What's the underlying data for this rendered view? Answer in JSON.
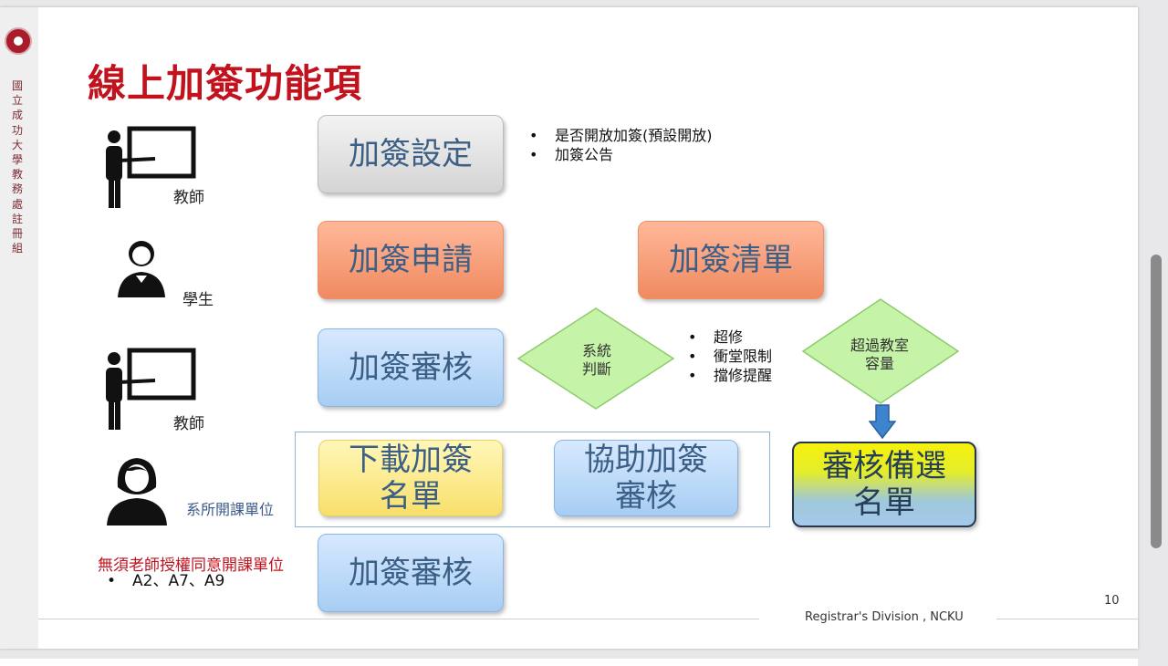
{
  "side_text": "國立成功大學教務處註冊組",
  "title": "線上加簽功能項",
  "roles": {
    "teacher1": "教師",
    "student": "學生",
    "teacher2": "教師",
    "department": "系所開課單位"
  },
  "boxes": {
    "setting": "加簽設定",
    "apply": "加簽申請",
    "list": "加簽清單",
    "review1": "加簽審核",
    "download": "下載加簽名單",
    "assist": "協助加簽審核",
    "waitlist": "審核備選名單",
    "review2": "加簽審核"
  },
  "setting_notes": [
    "是否開放加簽(預設開放)",
    "加簽公告"
  ],
  "diamond_system": "系統判斷",
  "system_checks": [
    "超修",
    "衝堂限制",
    "擋修提醒"
  ],
  "diamond_capacity": "超過教室容量",
  "no_auth_title": "無須老師授權同意開課單位",
  "no_auth_units": "A2、A7、A9",
  "footer": "Registrar's Division , NCKU",
  "page_number": "10"
}
